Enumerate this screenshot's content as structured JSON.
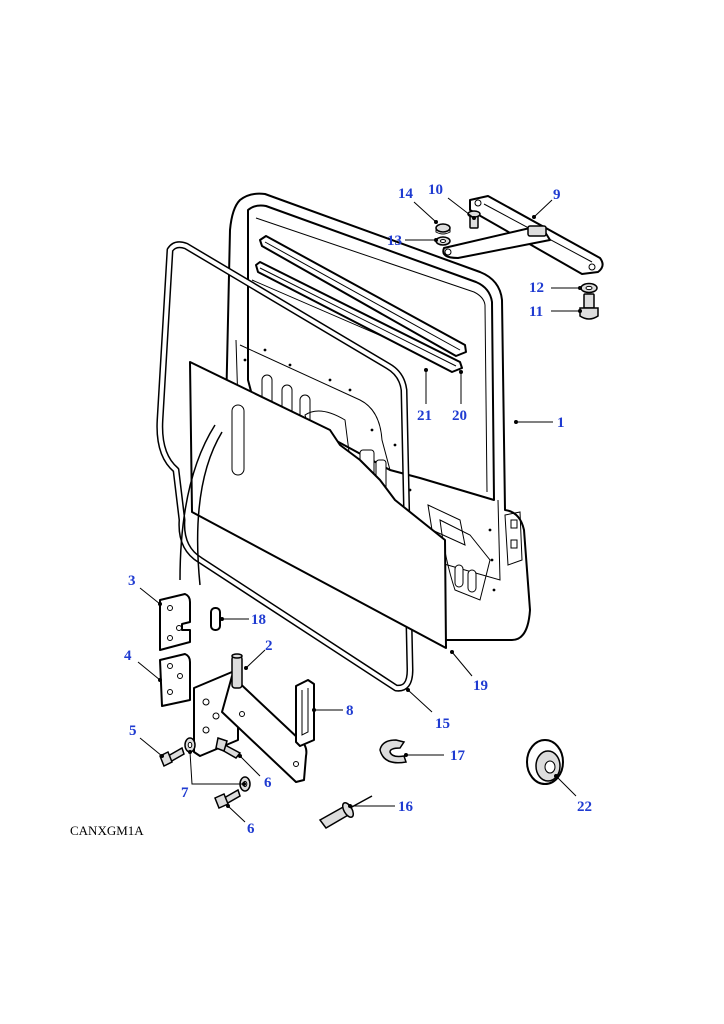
{
  "figure": {
    "reference_code": "CANXGM1A",
    "label_color": "#1f3bd1",
    "callouts": [
      "1",
      "2",
      "3",
      "4",
      "5",
      "6",
      "6",
      "7",
      "8",
      "9",
      "10",
      "11",
      "12",
      "13",
      "14",
      "15",
      "16",
      "17",
      "18",
      "19",
      "20",
      "21",
      "22"
    ]
  }
}
